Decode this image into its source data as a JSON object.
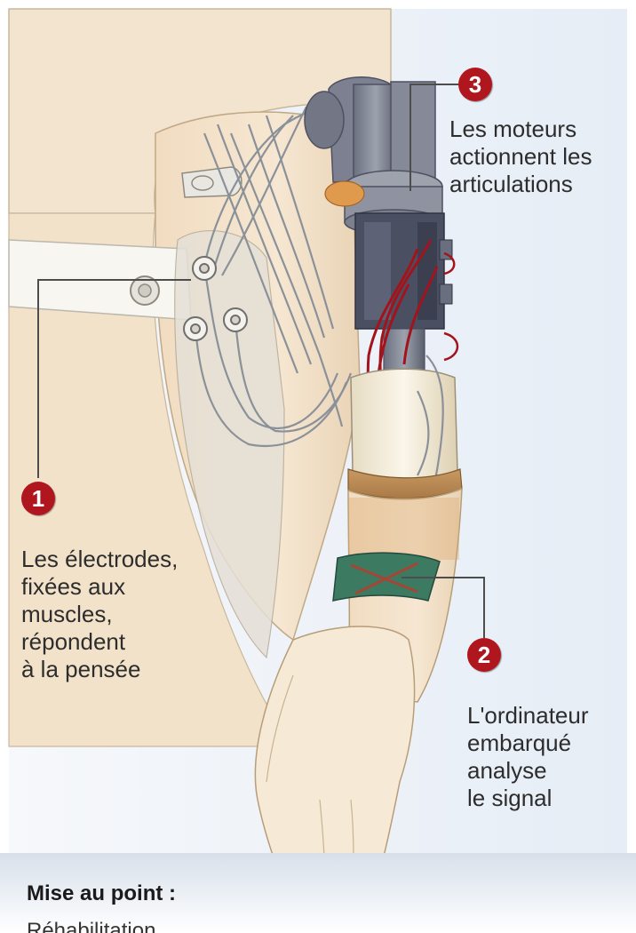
{
  "callouts": [
    {
      "number": "1",
      "lines": [
        "Les électrodes,",
        "fixées aux",
        "muscles,",
        "répondent",
        "à la pensée"
      ]
    },
    {
      "number": "2",
      "lines": [
        "L'ordinateur",
        "embarqué",
        "analyse",
        "le signal"
      ]
    },
    {
      "number": "3",
      "lines": [
        "Les moteurs",
        "actionnent les",
        "articulations"
      ]
    }
  ],
  "bottom": {
    "heading": "Mise au point :",
    "cut_line": "Réhabilitation ..."
  },
  "colors": {
    "accent": "#b0161e",
    "skin": "#f3e2c9",
    "background_panel": "#eef3fa",
    "device": "#5d6272",
    "wire": "#9aa0a8"
  },
  "icons": [
    "electrode-icon",
    "motor-icon",
    "computer-chip-icon"
  ]
}
